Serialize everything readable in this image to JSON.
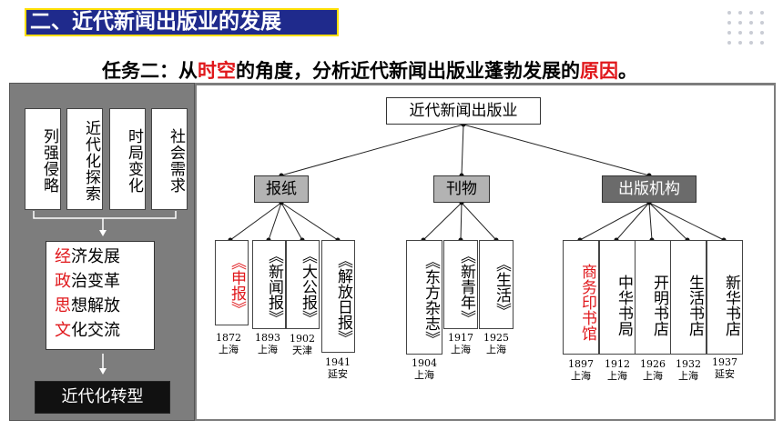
{
  "header": {
    "section_title": "二、近代新闻出版业的发展",
    "task_prefix": "任务二：从",
    "task_highlight1": "时空",
    "task_middle": "的角度，分析近代新闻出版业蓬勃发展的",
    "task_highlight2": "原因",
    "task_suffix": "。"
  },
  "left_panel": {
    "factors": [
      "列强侵略",
      "近代化探索",
      "时局变化",
      "社会需求"
    ],
    "aspects": [
      {
        "key": "经",
        "rest": "济发展"
      },
      {
        "key": "政",
        "rest": "治变革"
      },
      {
        "key": "思",
        "rest": "想解放"
      },
      {
        "key": "文",
        "rest": "化交流"
      }
    ],
    "result": "近代化转型"
  },
  "tree": {
    "root": "近代新闻出版业",
    "categories": [
      "报纸",
      "刊物",
      "出版机构"
    ],
    "newspapers": [
      {
        "name": "《申报》",
        "year": "1872",
        "place": "上海"
      },
      {
        "name": "《新闻报》",
        "year": "1893",
        "place": "上海"
      },
      {
        "name": "《大公报》",
        "year": "1902",
        "place": "天津"
      },
      {
        "name": "《解放日报》",
        "year": "1941",
        "place": "延安"
      }
    ],
    "periodicals": [
      {
        "name": "《东方杂志》",
        "year": "1904",
        "place": "上海"
      },
      {
        "name": "《新青年》",
        "year": "1917",
        "place": "上海"
      },
      {
        "name": "《生活》",
        "year": "1925",
        "place": "上海"
      }
    ],
    "publishers": [
      {
        "name": "商务印书馆",
        "year": "1897",
        "place": "上海"
      },
      {
        "name": "中华书局",
        "year": "1912",
        "place": "上海"
      },
      {
        "name": "开明书店",
        "year": "1926",
        "place": "上海"
      },
      {
        "name": "生活书店",
        "year": "1932",
        "place": "上海"
      },
      {
        "name": "新华书店",
        "year": "1937",
        "place": "延安"
      }
    ]
  },
  "colors": {
    "title_bg": "#1f2a8c",
    "title_border": "#ffde00",
    "accent_red": "#e0171b",
    "panel_gray": "#7d7d7d"
  }
}
